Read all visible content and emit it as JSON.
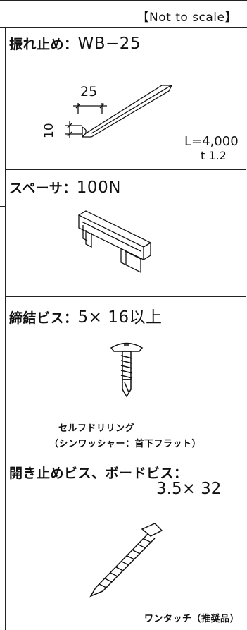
{
  "header": {
    "scale_note": "【Not to scale】"
  },
  "sections": [
    {
      "label": "振れ止め：",
      "spec": "WB−25",
      "dimension_width": "25",
      "dimension_height": "10",
      "length_note": "L=4,000",
      "thickness_note": "t 1.2"
    },
    {
      "label": "スペーサ：",
      "spec": "100N"
    },
    {
      "label": "締結ビス：",
      "spec": "5× 16以上",
      "caption_line1": "セルフドリリング",
      "caption_line2": "（シンワッシャー：首下フラット）"
    },
    {
      "label": "開き止めビス、ボードビス：",
      "spec": "3.5× 32",
      "caption": "ワンタッチ（推奨品）"
    }
  ]
}
